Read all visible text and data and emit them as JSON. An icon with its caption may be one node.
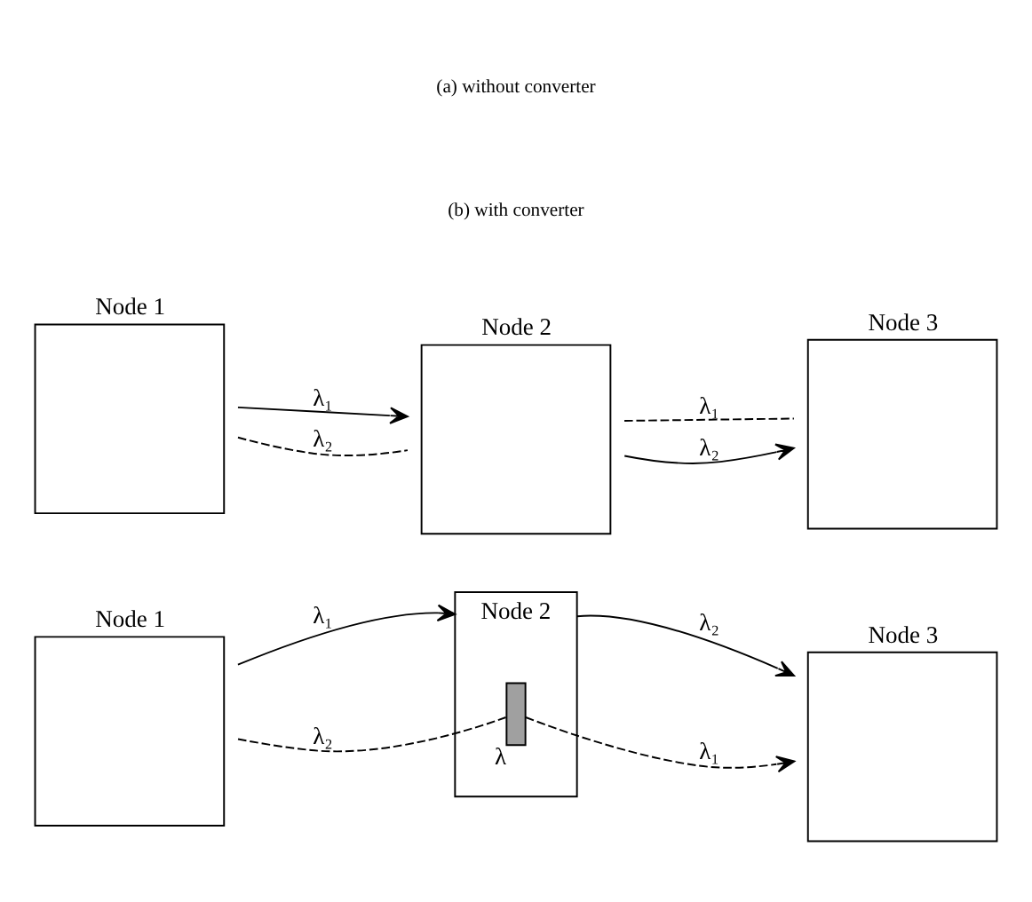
{
  "diagram": {
    "nodes": [
      {
        "text": [
          "Node 1"
        ]
      },
      {
        "text": [
          "Node 2"
        ]
      },
      {
        "text": [
          "Node 3"
        ]
      },
      {
        "text": [
          "Node 1"
        ]
      },
      {
        "text": [
          "Node 2"
        ]
      },
      {
        "text": [
          "Node 3"
        ]
      },
      {
        "text": [],
        "shape": "bar",
        "in": 4,
        "beside": [
          "λ"
        ]
      }
    ],
    "edges": [
      {
        "from": 0,
        "to": 1,
        "arrow": "to",
        "label": "λ₁"
      },
      {
        "from": 0,
        "to": 1,
        "arrow": "none",
        "label": "λ₂",
        "style": "dashed"
      },
      {
        "from": 1,
        "to": 2,
        "arrow": "none",
        "label": "λ₁",
        "style": "dashed"
      },
      {
        "from": 1,
        "to": 2,
        "arrow": "to",
        "label": "λ₂"
      },
      {
        "from": 3,
        "to": 6,
        "arrow": "none",
        "label": "λ₂",
        "style": "dashed"
      },
      {
        "from": 3,
        "to": 4,
        "arrow": "to",
        "label": "λ₁"
      },
      {
        "from": 6,
        "to": 5,
        "arrow": "to",
        "label": "λ₁",
        "style": "dashed"
      },
      {
        "from": 4,
        "to": 5,
        "arrow": "to",
        "label": "λ₂"
      }
    ],
    "labels": [
      "(a) without converter",
      "(b) with converter"
    ]
  }
}
